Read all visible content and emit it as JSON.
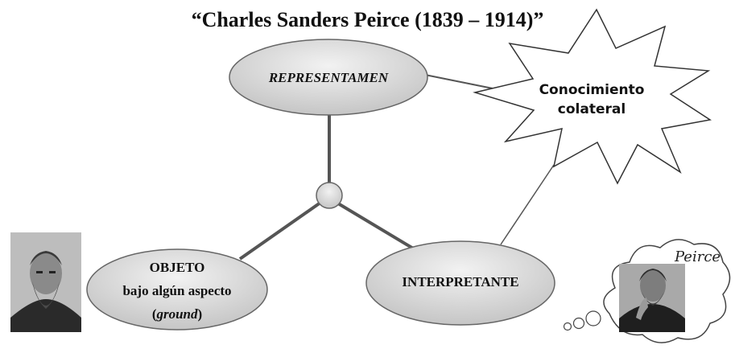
{
  "title": "“Charles Sanders Peirce (1839 – 1914)”",
  "nodes": {
    "representamen": "REPRESENTAMEN",
    "conocimiento_line1": "Conocimiento",
    "conocimiento_line2": "colateral",
    "objeto_line1": "OBJETO",
    "objeto_line2": "bajo algún aspecto",
    "objeto_line3_open": "(",
    "objeto_line3_italic": "ground",
    "objeto_line3_close": ")",
    "interpretante": "INTERPRETANTE"
  },
  "thought_bubble_text": "Peirce",
  "colors": {
    "ellipse_fill": "#d9d9d9",
    "ellipse_stroke": "#555555",
    "line": "#555555",
    "burst_fill": "#ffffff",
    "burst_stroke": "#333333"
  },
  "icons": [
    "portrait-bearded-man-icon",
    "portrait-thinking-man-icon"
  ]
}
